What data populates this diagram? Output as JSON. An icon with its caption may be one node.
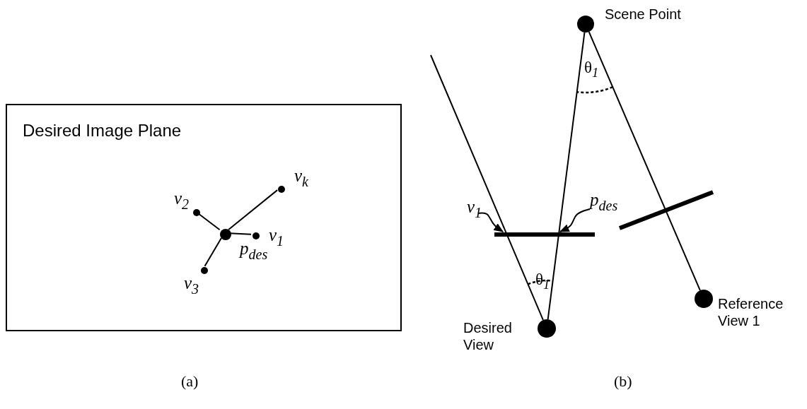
{
  "diagram": {
    "nodes": [
      {
        "text": [
          "Desired Image Plane"
        ]
      },
      {
        "text": [],
        "shape": "circle",
        "beside": [
          "v$_{k}$"
        ],
        "in": 0
      },
      {
        "text": [],
        "shape": "circle",
        "beside": [
          "v$_{2}$"
        ],
        "in": 0
      },
      {
        "text": [],
        "shape": "circle",
        "beside": [
          "p$_{des}$"
        ],
        "in": 0
      },
      {
        "text": [],
        "shape": "circle",
        "beside": [
          "v$_{1}$"
        ],
        "in": 0
      },
      {
        "text": [],
        "shape": "circle",
        "beside": [
          "v$_{3}$"
        ],
        "in": 0
      },
      {
        "text": [],
        "shape": "circle",
        "beside": [
          "Scene Point"
        ]
      },
      {
        "text": [
          "v$_{1}$"
        ]
      },
      {
        "text": [
          "p$_{des}$"
        ]
      },
      {
        "text": [],
        "shape": "bar"
      },
      {
        "text": [],
        "shape": "circle",
        "beside": [
          "Desired View"
        ]
      },
      {
        "text": [],
        "shape": "circle",
        "beside": [
          "Reference View 1"
        ]
      }
    ],
    "edges": [
      {
        "from": 3,
        "to": 1,
        "arrow": "none"
      },
      {
        "from": 3,
        "to": 2,
        "arrow": "none"
      },
      {
        "from": 3,
        "to": 4,
        "arrow": "none"
      },
      {
        "from": 3,
        "to": 5,
        "arrow": "none"
      },
      {
        "from": 6,
        "to": 10,
        "arrow": "none"
      },
      {
        "from": 6,
        "to": 11,
        "arrow": "none"
      },
      {
        "from": 10,
        "to": null,
        "arrow": "none"
      },
      {
        "from": 7,
        "to": 9,
        "arrow": "to"
      },
      {
        "from": 8,
        "to": 9,
        "arrow": "to"
      }
    ],
    "labels": [
      "θ$_{1}$",
      "θ$_{1}$",
      "(a)",
      "(b)"
    ]
  }
}
